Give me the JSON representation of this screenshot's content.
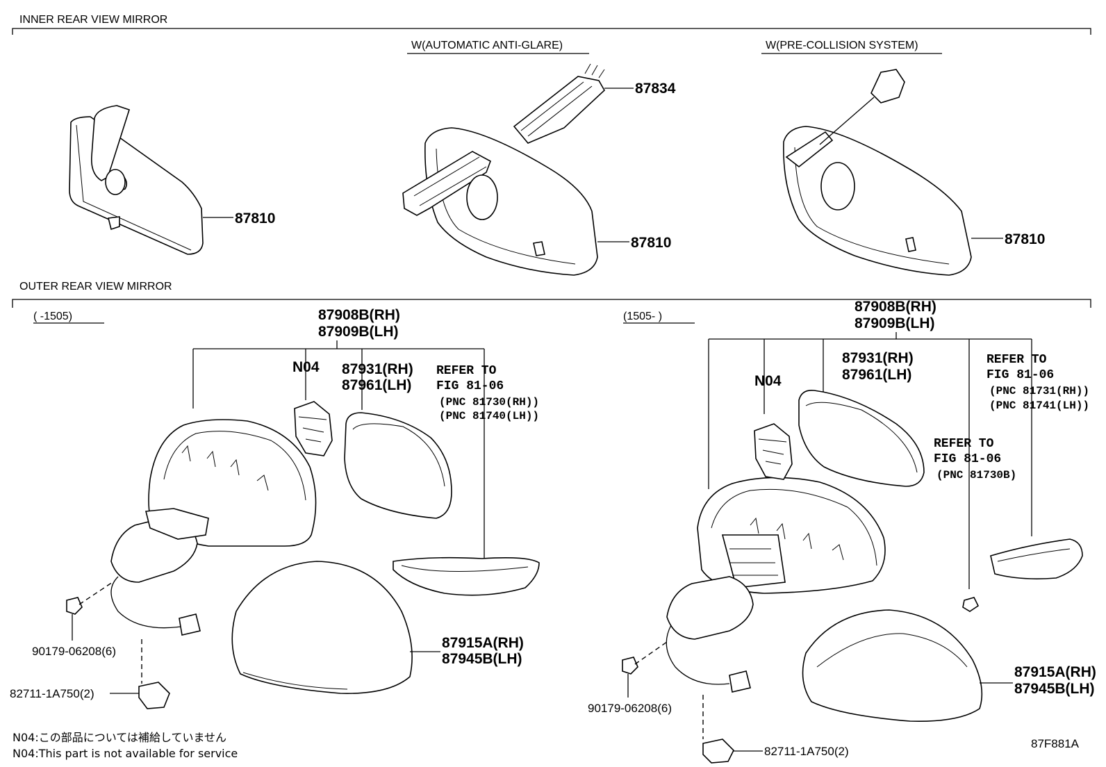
{
  "sections": {
    "inner": "INNER REAR VIEW MIRROR",
    "outer": "OUTER REAR VIEW MIRROR"
  },
  "conditions": {
    "anti_glare": "W(AUTOMATIC ANTI-GLARE)",
    "pre_collision": "W(PRE-COLLISION SYSTEM)",
    "before_1505": "(      -1505)",
    "after_1505": "(1505-      )"
  },
  "parts": {
    "p87810": "87810",
    "p87834": "87834",
    "assy_rh": "87908B(RH)",
    "assy_lh": "87909B(LH)",
    "n04": "N04",
    "glass_rh": "87931(RH)",
    "glass_lh": "87961(LH)",
    "cover_rh": "87915A(RH)",
    "cover_lh": "87945B(LH)",
    "nut": "90179-06208(6)",
    "clip": "82711-1A750(2)"
  },
  "refs": {
    "left": {
      "l1": "REFER TO",
      "l2": "FIG 81-06",
      "l3": "(PNC 81730(RH))",
      "l4": "(PNC 81740(LH))"
    },
    "right_a": {
      "l1": "REFER TO",
      "l2": "FIG 81-06",
      "l3": "(PNC 81731(RH))",
      "l4": "(PNC 81741(LH))"
    },
    "right_b": {
      "l1": "REFER TO",
      "l2": "FIG 81-06",
      "l3": "(PNC 81730B)"
    }
  },
  "notes": {
    "jp": "N04:この部品については補給していません",
    "en": "N04:This part is not available for service"
  },
  "figure_code": "87F881A"
}
